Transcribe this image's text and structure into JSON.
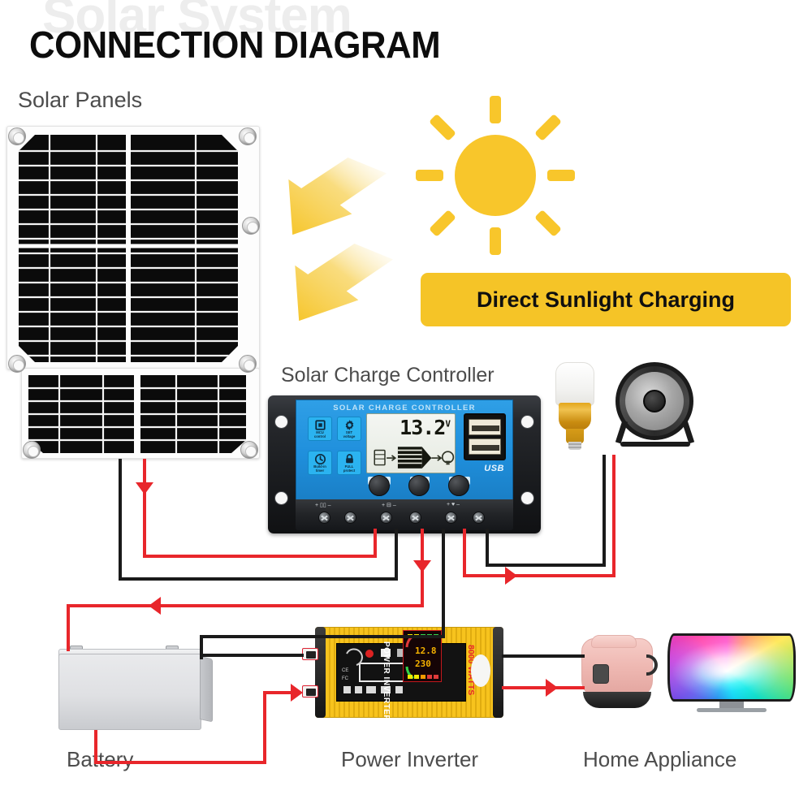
{
  "page": {
    "watermark": "Solar System",
    "title": "CONNECTION DIAGRAM",
    "background_color": "#ffffff"
  },
  "colors": {
    "accent_yellow": "#F5C427",
    "sun_yellow": "#F8C62B",
    "wire_red": "#e8262b",
    "wire_black": "#1a1a1a",
    "label_gray": "#4c4c4c",
    "title_black": "#0d0d0d",
    "watermark_gray": "#ededed",
    "controller_blue": "#1f8fdc",
    "inverter_yellow": "#f7c31d"
  },
  "labels": {
    "solar_panels": "Solar Panels",
    "solar_charge_controller": "Solar Charge Controller",
    "battery": "Battery",
    "power_inverter": "Power Inverter",
    "home_appliance": "Home Appliance"
  },
  "banner": {
    "text": "Direct Sunlight Charging"
  },
  "sun": {
    "icon": "sun-icon",
    "ray_count": 8
  },
  "sun_arrows": [
    {
      "icon": "arrow-down-left-icon",
      "direction": "down-left"
    },
    {
      "icon": "arrow-down-left-icon",
      "direction": "down-left"
    }
  ],
  "solar_panel": {
    "icon": "solar-panel-icon",
    "grommet_count": 6,
    "sections": [
      "upper-panel",
      "lower-panel"
    ]
  },
  "controller": {
    "brand_text": "SOLAR CHARGE CONTROLLER",
    "lcd": {
      "value": "13.2",
      "unit": "V"
    },
    "feature_icons": [
      {
        "icon": "mcu-chip-icon",
        "caption_line1": "MCU",
        "caption_line2": "control"
      },
      {
        "icon": "gear-icon",
        "caption_line1": "SET",
        "caption_line2": "voltage"
      },
      {
        "icon": "clock-icon",
        "caption_line1": "Build-in",
        "caption_line2": "timer"
      },
      {
        "icon": "lock-icon",
        "caption_line1": "FULL",
        "caption_line2": "protect"
      }
    ],
    "buttons": [
      {
        "icon": "menu-button-icon",
        "name": "menu-button"
      },
      {
        "icon": "up-arrow-button-icon",
        "name": "up-button"
      },
      {
        "icon": "down-power-button-icon",
        "name": "down-button"
      }
    ],
    "usb": {
      "label": "USB",
      "port_count": 2
    },
    "terminals": {
      "count": 6,
      "groups": [
        "solar-panel",
        "battery",
        "load"
      ]
    }
  },
  "inverter": {
    "brand_text": "POWER INVERTER",
    "watts_text": "8000 WATTS",
    "sockets": 2,
    "display": "inverter-lcd-icon"
  },
  "appliances": {
    "dc_loads": [
      {
        "icon": "led-bulb-icon",
        "name": "led-bulb"
      },
      {
        "icon": "desk-fan-icon",
        "name": "desk-fan"
      }
    ],
    "ac_loads": [
      {
        "icon": "rice-cooker-icon",
        "name": "rice-cooker"
      },
      {
        "icon": "curved-tv-icon",
        "name": "curved-tv"
      }
    ]
  },
  "wiring": {
    "legend": [
      {
        "color": "#e8262b",
        "meaning": "positive"
      },
      {
        "color": "#1a1a1a",
        "meaning": "negative"
      }
    ],
    "flow_arrows": 7
  }
}
